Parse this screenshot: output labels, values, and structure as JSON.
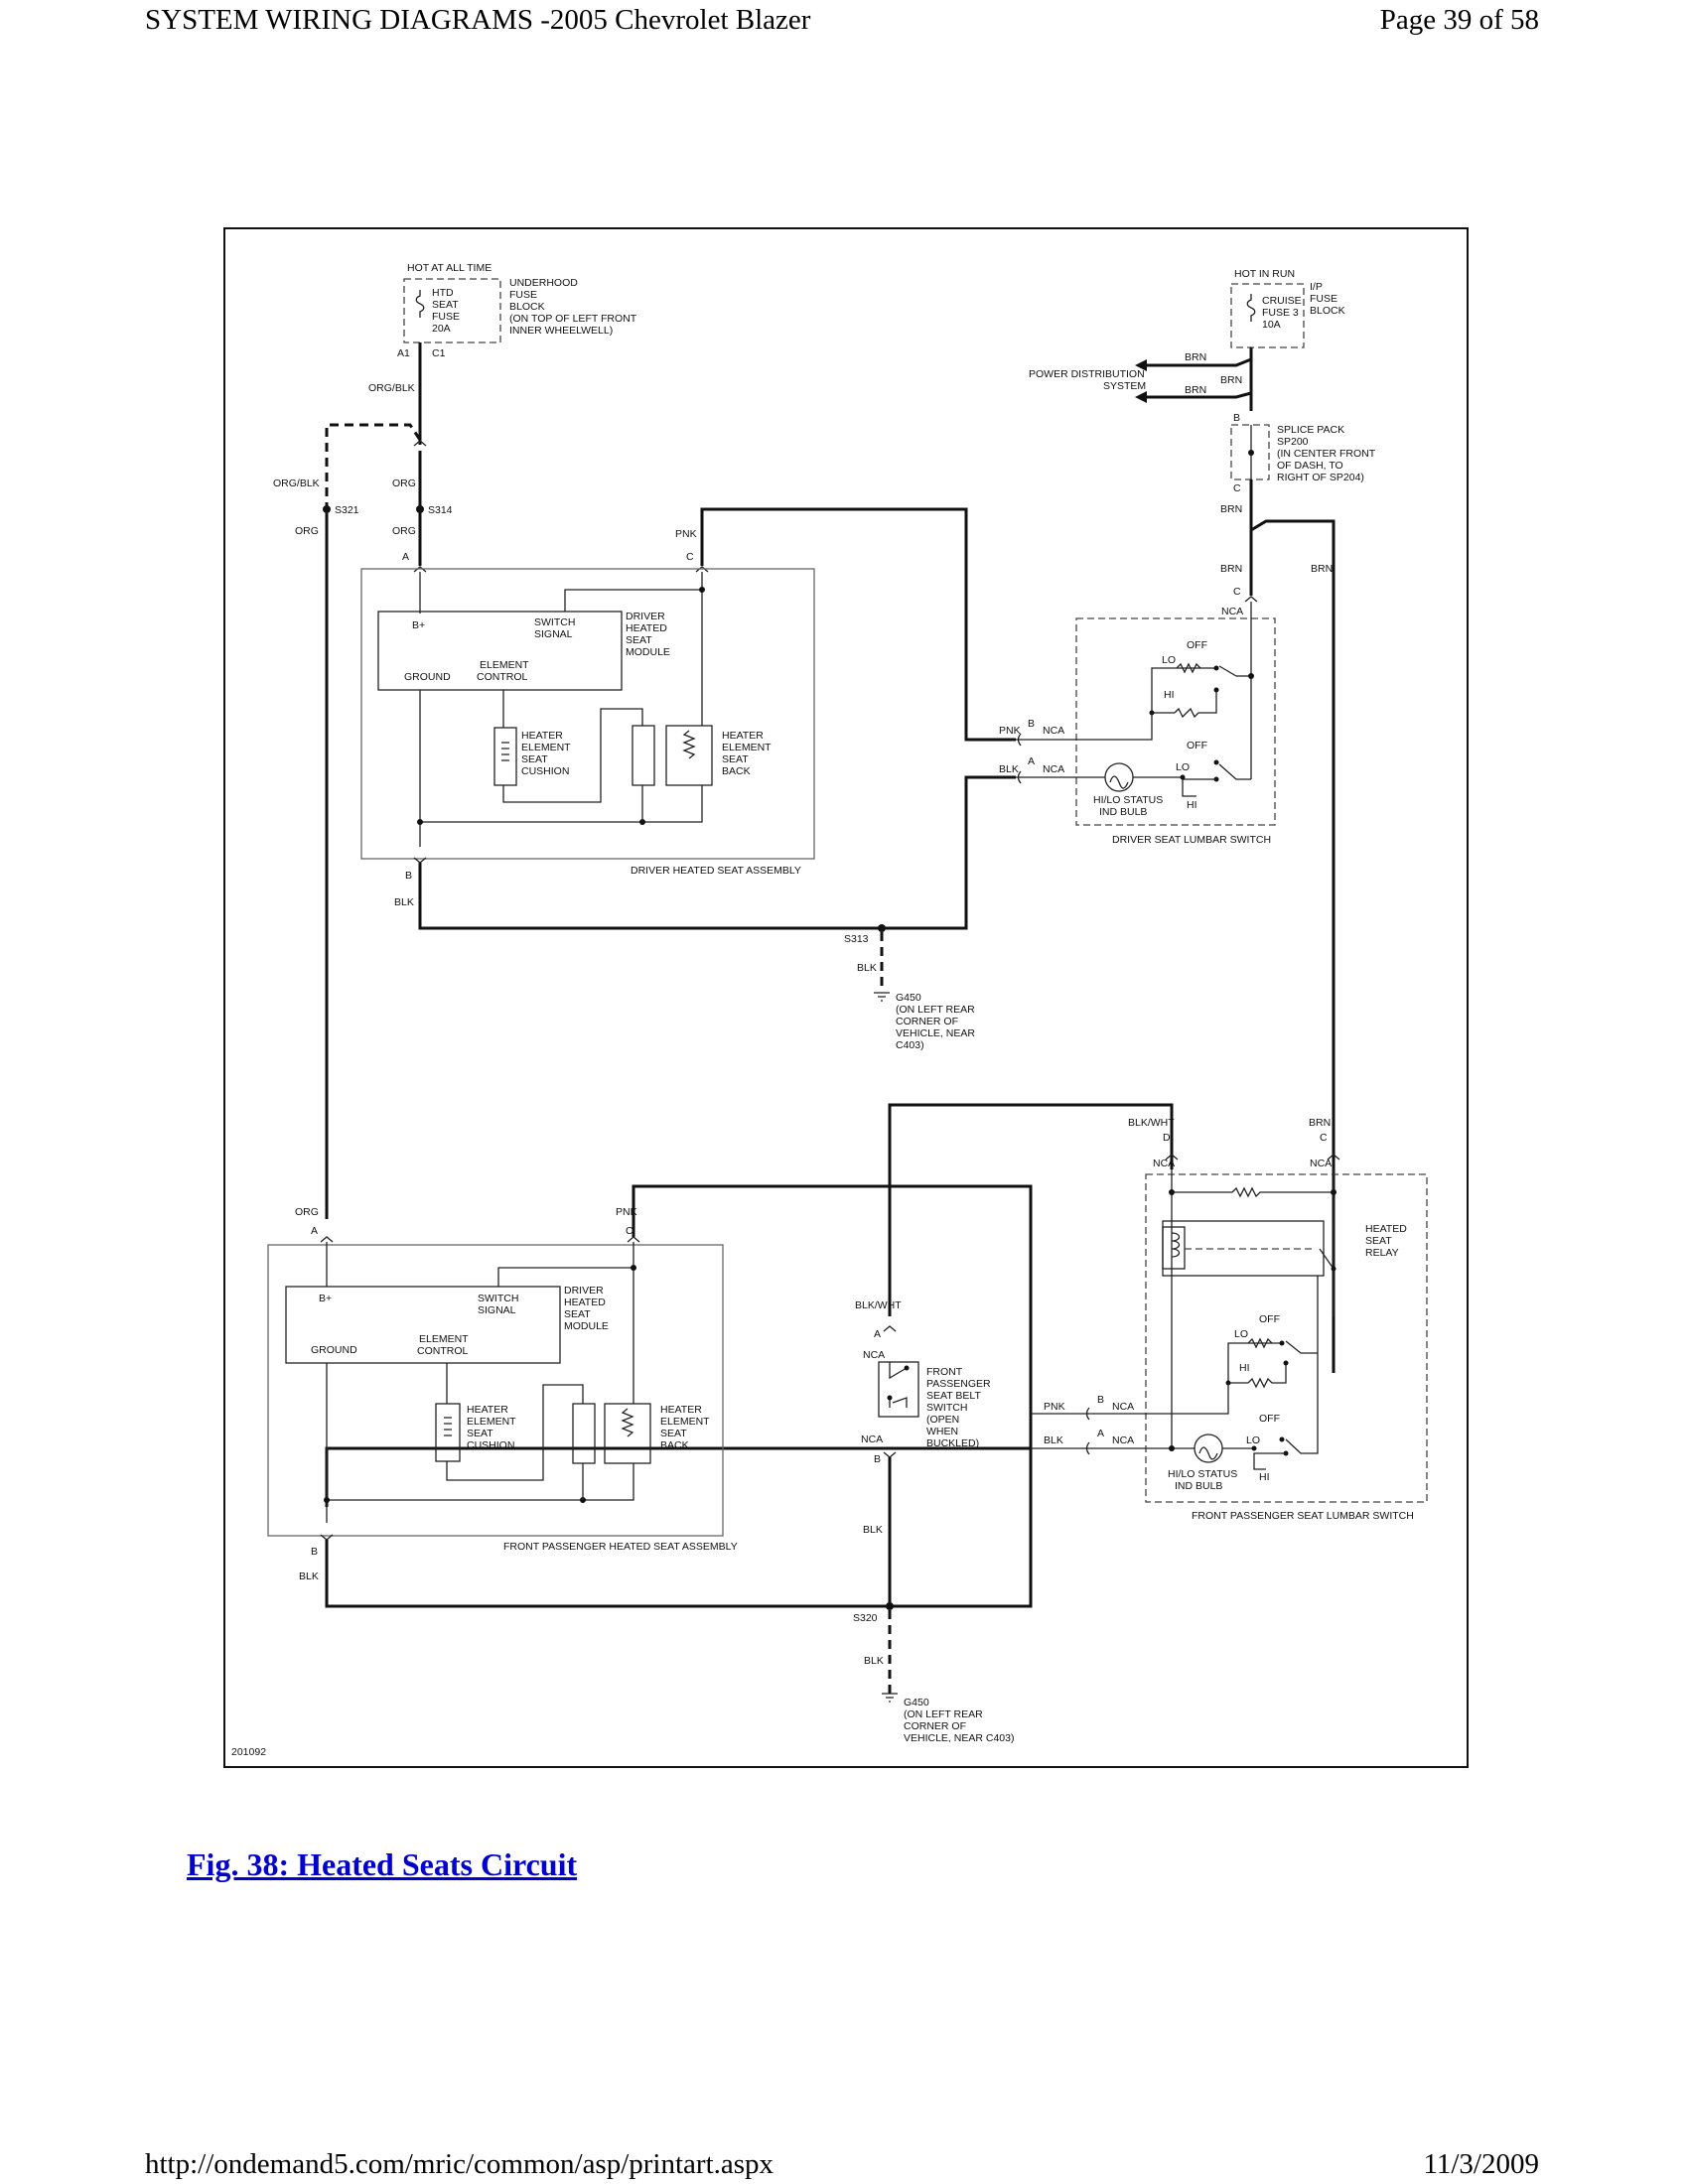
{
  "header": {
    "title": "SYSTEM WIRING DIAGRAMS -2005 Chevrolet Blazer",
    "page": "Page 39 of 58"
  },
  "footer": {
    "url": "http://ondemand5.com/mric/common/asp/printart.aspx",
    "date": "11/3/2009"
  },
  "caption": "Fig. 38: Heated Seats Circuit",
  "diagram": {
    "figure_id": "201092",
    "fuse_left": {
      "hot_label": "HOT AT ALL TIME",
      "fuse_lines": [
        "HTD",
        "SEAT",
        "FUSE",
        "20A"
      ],
      "block_lines": [
        "UNDERHOOD",
        "FUSE",
        "BLOCK",
        "(ON TOP OF LEFT FRONT",
        "INNER WHEELWELL)"
      ],
      "pin_a1": "A1",
      "pin_c1": "C1"
    },
    "fuse_right": {
      "hot_label": "HOT IN RUN",
      "fuse_lines": [
        "CRUISE",
        "FUSE 3",
        "10A"
      ],
      "block_lines": [
        "I/P",
        "FUSE",
        "BLOCK"
      ]
    },
    "power_dist": [
      "POWER DISTRIBUTION",
      "SYSTEM"
    ],
    "splice_pack": [
      "SPLICE PACK",
      "SP200",
      "(IN CENTER FRONT",
      "OF DASH, TO",
      "RIGHT OF SP204)"
    ],
    "wire_labels": {
      "org_blk": "ORG/BLK",
      "org": "ORG",
      "pnk": "PNK",
      "blk": "BLK",
      "brn": "BRN",
      "blk_wht": "BLK/WHT"
    },
    "splices": {
      "s321": "S321",
      "s314": "S314",
      "s313": "S313",
      "s320": "S320"
    },
    "pins": {
      "a": "A",
      "b": "B",
      "c": "C",
      "d": "D",
      "nca": "NCA",
      "b_plus": "B+"
    },
    "module": {
      "switch_signal": [
        "SWITCH",
        "SIGNAL"
      ],
      "name": [
        "DRIVER",
        "HEATED",
        "SEAT",
        "MODULE"
      ],
      "ground": "GROUND",
      "element_control": [
        "ELEMENT",
        "CONTROL"
      ],
      "heater_cushion": [
        "HEATER",
        "ELEMENT",
        "SEAT",
        "CUSHION"
      ],
      "heater_back": [
        "HEATER",
        "ELEMENT",
        "SEAT",
        "BACK"
      ]
    },
    "driver_assembly": "DRIVER HEATED SEAT ASSEMBLY",
    "passenger_assembly": "FRONT PASSENGER HEATED SEAT ASSEMBLY",
    "lumbar": {
      "off": "OFF",
      "lo": "LO",
      "hi": "HI",
      "bulb": [
        "HI/LO STATUS",
        "IND BULB"
      ],
      "driver_switch": "DRIVER SEAT LUMBAR SWITCH",
      "passenger_switch": "FRONT PASSENGER SEAT LUMBAR SWITCH"
    },
    "ground_g450_top": [
      "G450",
      "(ON LEFT REAR",
      "CORNER OF",
      "VEHICLE, NEAR",
      "C403)"
    ],
    "ground_g450_bottom": [
      "G450",
      "(ON LEFT REAR",
      "CORNER OF",
      "VEHICLE, NEAR C403)"
    ],
    "relay": [
      "HEATED",
      "SEAT",
      "RELAY"
    ],
    "belt_switch": [
      "FRONT",
      "PASSENGER",
      "SEAT BELT",
      "SWITCH",
      "(OPEN",
      "WHEN",
      "BUCKLED)"
    ]
  }
}
